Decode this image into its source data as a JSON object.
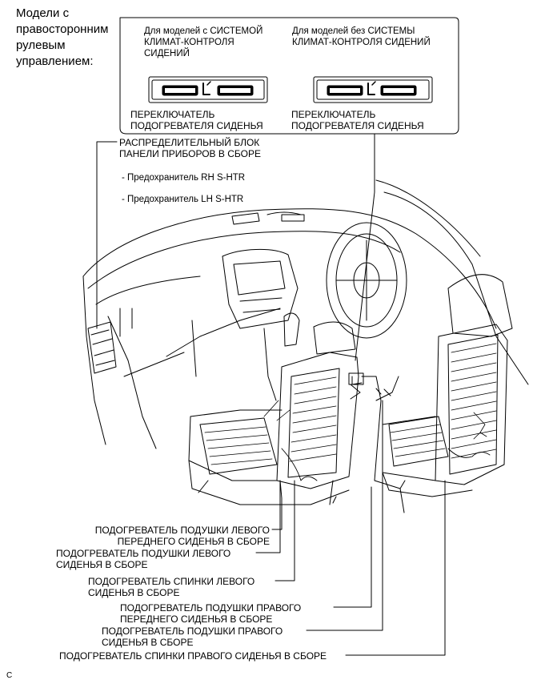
{
  "header": {
    "line1": "Модели с",
    "line2": "правосторонним",
    "line3": "рулевым",
    "line4": "управлением:"
  },
  "box": {
    "col1": {
      "l1": "Для моделей с СИСТЕМОЙ",
      "l2": "КЛИМАТ-КОНТРОЛЯ",
      "l3": "СИДЕНИЙ",
      "caption1": "ПЕРЕКЛЮЧАТЕЛЬ",
      "caption2": "ПОДОГРЕВАТЕЛЯ СИДЕНЬЯ"
    },
    "col2": {
      "l1": "Для моделей без СИСТЕМЫ",
      "l2": "КЛИМАТ-КОНТРОЛЯ СИДЕНИЙ",
      "caption1": "ПЕРЕКЛЮЧАТЕЛЬ",
      "caption2": "ПОДОГРЕВАТЕЛЯ СИДЕНЬЯ"
    }
  },
  "junction": {
    "l1": "РАСПРЕДЕЛИТЕЛЬНЫЙ БЛОК",
    "l2": "ПАНЕЛИ ПРИБОРОВ В СБОРЕ",
    "fuse1": "- Предохранитель RH S-HTR",
    "fuse2": "- Предохранитель LH S-HTR"
  },
  "callouts": {
    "c1a": "ПОДОГРЕВАТЕЛЬ ПОДУШКИ ЛЕВОГО",
    "c1b": "ПЕРЕДНЕГО СИДЕНЬЯ В СБОРЕ",
    "c2a": "ПОДОГРЕВАТЕЛЬ ПОДУШКИ ЛЕВОГО",
    "c2b": "СИДЕНЬЯ В СБОРЕ",
    "c3a": "ПОДОГРЕВАТЕЛЬ СПИНКИ ЛЕВОГО",
    "c3b": "СИДЕНЬЯ В СБОРЕ",
    "c4a": "ПОДОГРЕВАТЕЛЬ ПОДУШКИ ПРАВОГО",
    "c4b": "ПЕРЕДНЕГО СИДЕНЬЯ В СБОРЕ",
    "c5a": "ПОДОГРЕВАТЕЛЬ ПОДУШКИ ПРАВОГО",
    "c5b": "СИДЕНЬЯ В СБОРЕ",
    "c6": "ПОДОГРЕВАТЕЛЬ СПИНКИ ПРАВОГО СИДЕНЬЯ В СБОРЕ"
  },
  "footer": {
    "code": "C"
  }
}
